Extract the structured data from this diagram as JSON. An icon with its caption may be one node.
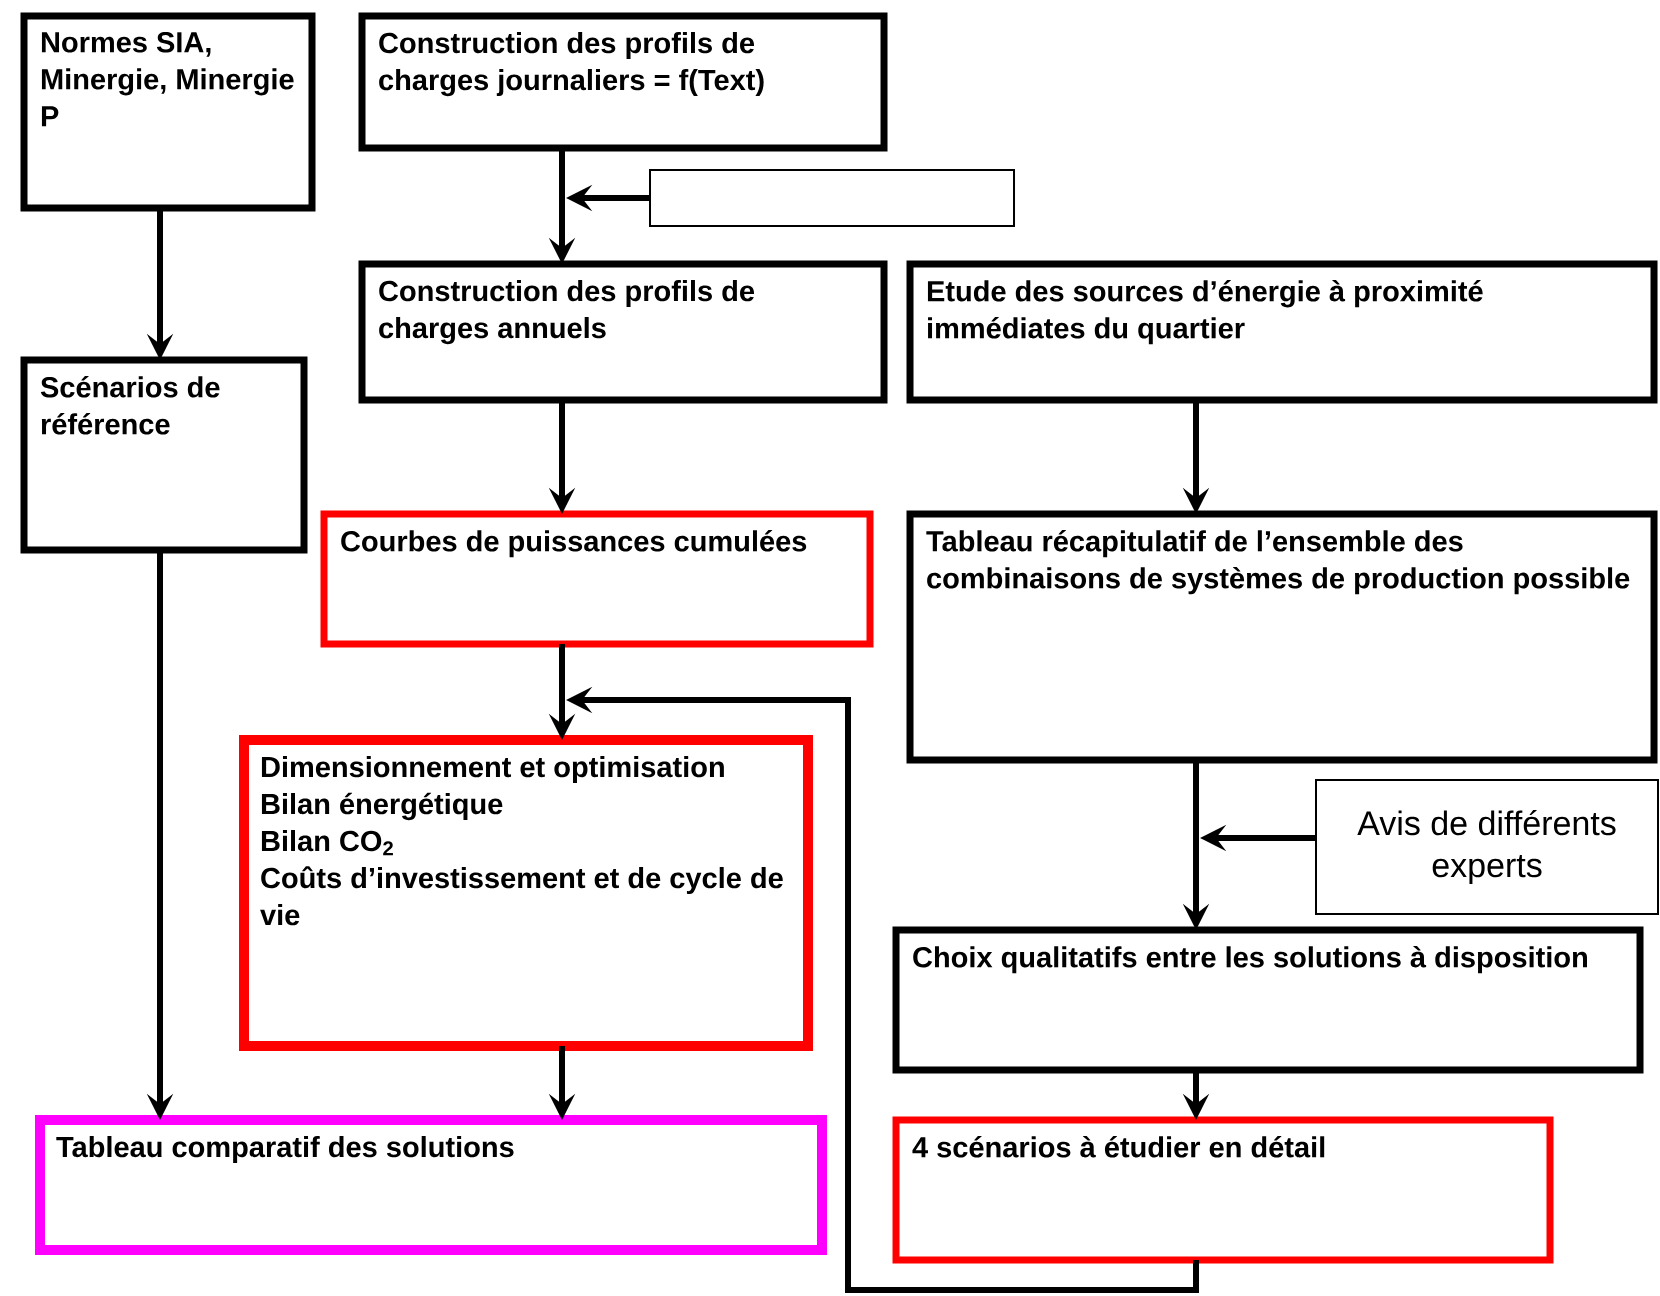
{
  "diagram": {
    "nodes": [
      {
        "text": [
          "Normes SIA, Minergie, Minergie P"
        ]
      },
      {
        "text": [
          "Construction des profils de charges journaliers = f(Text)"
        ]
      },
      {
        "text": [],
        "shape": "box"
      },
      {
        "text": [
          "Construction des profils de charges annuels"
        ]
      },
      {
        "text": [
          "Etude des sources d’énergie à proximité immédiates du quartier"
        ]
      },
      {
        "text": [
          "Scénarios de référence"
        ]
      },
      {
        "text": [
          "Courbes de puissances cumulées"
        ]
      },
      {
        "text": [
          "Tableau récapitulatif de l’ensemble des combinaisons de systèmes de production possible"
        ]
      },
      {
        "text": [
          "Dimensionnement et optimisation",
          "Bilan énergétique",
          "Bilan CO$_{2}$",
          "Coûts d’investissement et de cycle de vie"
        ]
      },
      {
        "text": [
          "Avis de différents experts"
        ]
      },
      {
        "text": [
          "Choix qualitatifs entre les solutions à disposition"
        ]
      },
      {
        "text": [
          "Tableau comparatif des solutions"
        ]
      },
      {
        "text": [
          "4 scénarios à étudier en détail"
        ]
      }
    ],
    "edges": [
      {
        "from": 0,
        "to": 5,
        "arrow": "to"
      },
      {
        "from": 5,
        "to": 11,
        "arrow": "to"
      },
      {
        "from": 1,
        "to": 3,
        "arrow": "to"
      },
      {
        "from": 2,
        "to": null,
        "arrow": "to"
      },
      {
        "from": 3,
        "to": 6,
        "arrow": "to"
      },
      {
        "from": 6,
        "to": 8,
        "arrow": "to"
      },
      {
        "from": 12,
        "to": 8,
        "arrow": "to"
      },
      {
        "from": 8,
        "to": 11,
        "arrow": "to"
      },
      {
        "from": 4,
        "to": 7,
        "arrow": "to"
      },
      {
        "from": 9,
        "to": null,
        "arrow": "to"
      },
      {
        "from": 7,
        "to": 10,
        "arrow": "to"
      },
      {
        "from": 10,
        "to": 12,
        "arrow": "to"
      }
    ]
  }
}
